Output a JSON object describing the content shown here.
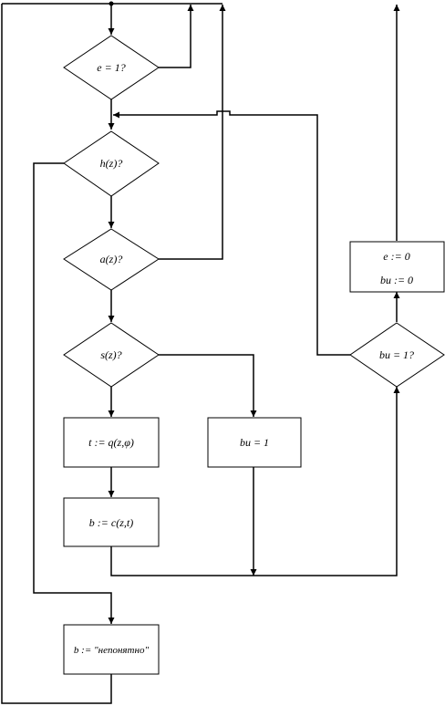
{
  "nodes": {
    "e_check": "e = 1?",
    "h_check": "h(z)?",
    "a_check": "a(z)?",
    "s_check": "s(z)?",
    "t_assign": "t := q(z,φ)",
    "b_assign": "b := c(z,t)",
    "bu_set_1": "bu = 1",
    "bu_check": "bu = 1?",
    "reset_e": "e := 0",
    "reset_bu": "bu := 0",
    "b_unknown": "b := \"непонятно\""
  }
}
